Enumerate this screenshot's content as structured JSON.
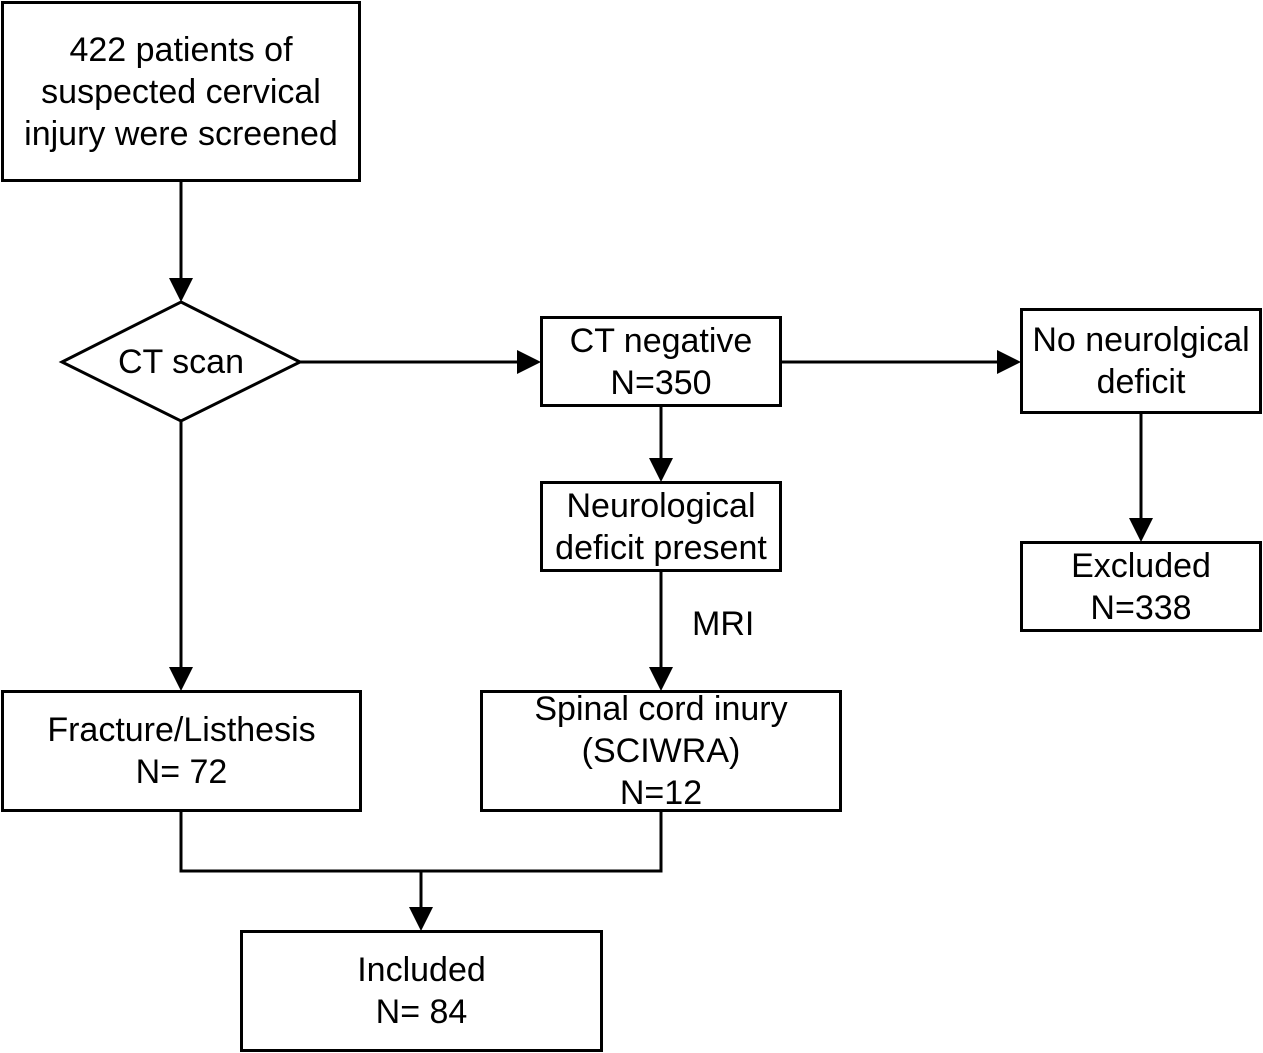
{
  "nodes": {
    "screened": {
      "lines": [
        "422 patients of",
        "suspected cervical",
        "injury were screened"
      ]
    },
    "ct_scan": {
      "label": "CT scan"
    },
    "ct_negative": {
      "lines": [
        "CT negative",
        "N=350"
      ]
    },
    "no_deficit": {
      "lines": [
        "No neurolgical",
        "deficit"
      ]
    },
    "deficit_present": {
      "lines": [
        "Neurological",
        "deficit present"
      ]
    },
    "excluded": {
      "lines": [
        "Excluded",
        "N=338"
      ]
    },
    "fracture": {
      "lines": [
        "Fracture/Listhesis",
        "N= 72"
      ]
    },
    "sciwra": {
      "lines": [
        "Spinal cord inury",
        "(SCIWRA)",
        "N=12"
      ]
    },
    "included": {
      "lines": [
        "Included",
        "N= 84"
      ]
    }
  },
  "edges": {
    "mri_label": "MRI"
  },
  "colors": {
    "stroke": "#000000",
    "background": "#ffffff"
  }
}
